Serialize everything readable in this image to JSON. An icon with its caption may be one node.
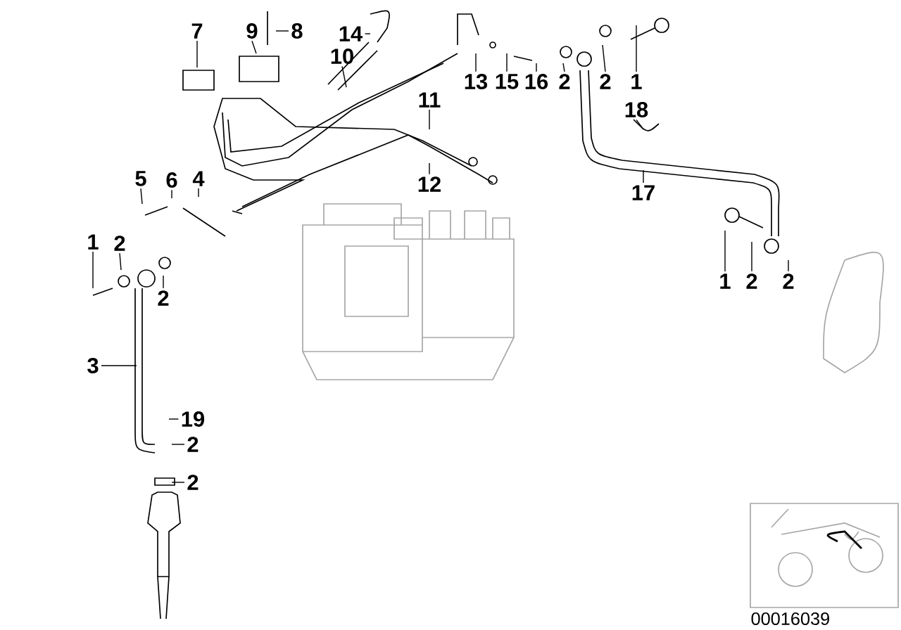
{
  "diagram": {
    "nodes": [
      {
        "text": [
          "7"
        ]
      },
      {
        "text": [
          "9"
        ]
      },
      {
        "text": [
          "8"
        ]
      },
      {
        "text": [
          "14"
        ]
      },
      {
        "text": [
          "10"
        ]
      },
      {
        "text": [
          "13"
        ]
      },
      {
        "text": [
          "15"
        ]
      },
      {
        "text": [
          "16"
        ]
      },
      {
        "text": [
          "2"
        ]
      },
      {
        "text": [
          "2"
        ]
      },
      {
        "text": [
          "1"
        ]
      },
      {
        "text": [
          "11"
        ]
      },
      {
        "text": [
          "18"
        ]
      },
      {
        "text": [
          "5"
        ]
      },
      {
        "text": [
          "6"
        ]
      },
      {
        "text": [
          "4"
        ]
      },
      {
        "text": [
          "12"
        ]
      },
      {
        "text": [
          "17"
        ]
      },
      {
        "text": [
          "1"
        ]
      },
      {
        "text": [
          "2"
        ]
      },
      {
        "text": [
          "2"
        ]
      },
      {
        "text": [
          "1"
        ]
      },
      {
        "text": [
          "2"
        ]
      },
      {
        "text": [
          "2"
        ]
      },
      {
        "text": [
          "3"
        ]
      },
      {
        "text": [
          "19"
        ]
      },
      {
        "text": [
          "2"
        ]
      },
      {
        "text": [
          "2"
        ]
      }
    ],
    "edges": [
      {
        "from": 0,
        "to": null,
        "arrow": "none"
      },
      {
        "from": 1,
        "to": null,
        "arrow": "none"
      },
      {
        "from": 2,
        "to": null,
        "arrow": "none"
      },
      {
        "from": 3,
        "to": null,
        "arrow": "none"
      },
      {
        "from": 4,
        "to": null,
        "arrow": "none"
      },
      {
        "from": 5,
        "to": null,
        "arrow": "none"
      },
      {
        "from": 6,
        "to": null,
        "arrow": "none"
      },
      {
        "from": 7,
        "to": null,
        "arrow": "none"
      },
      {
        "from": 8,
        "to": null,
        "arrow": "none"
      },
      {
        "from": 9,
        "to": null,
        "arrow": "none"
      },
      {
        "from": 10,
        "to": null,
        "arrow": "none"
      },
      {
        "from": 11,
        "to": null,
        "arrow": "none"
      },
      {
        "from": 12,
        "to": null,
        "arrow": "none"
      },
      {
        "from": 13,
        "to": null,
        "arrow": "none"
      },
      {
        "from": 14,
        "to": null,
        "arrow": "none"
      },
      {
        "from": 15,
        "to": null,
        "arrow": "none"
      },
      {
        "from": 16,
        "to": null,
        "arrow": "none"
      },
      {
        "from": 17,
        "to": null,
        "arrow": "none"
      },
      {
        "from": 18,
        "to": null,
        "arrow": "none"
      },
      {
        "from": 19,
        "to": null,
        "arrow": "none"
      },
      {
        "from": 20,
        "to": null,
        "arrow": "none"
      },
      {
        "from": 21,
        "to": null,
        "arrow": "none"
      },
      {
        "from": 22,
        "to": null,
        "arrow": "none"
      },
      {
        "from": 23,
        "to": null,
        "arrow": "none"
      },
      {
        "from": 24,
        "to": null,
        "arrow": "none"
      },
      {
        "from": 25,
        "to": null,
        "arrow": "none"
      },
      {
        "from": 26,
        "to": null,
        "arrow": "none"
      },
      {
        "from": 27,
        "to": null,
        "arrow": "none"
      }
    ],
    "labels": [
      "00016039"
    ]
  }
}
